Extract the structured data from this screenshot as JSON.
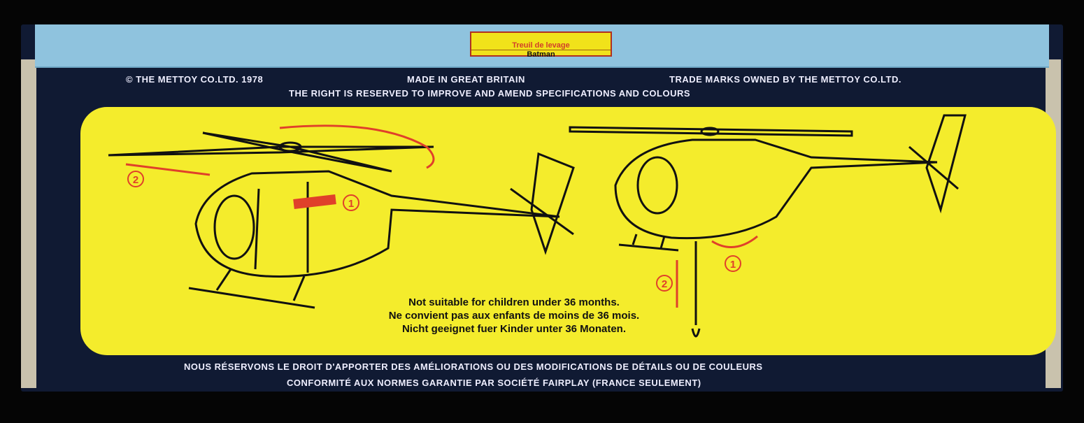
{
  "top_label": {
    "line1": "Treuil de levage",
    "line2": "Batman"
  },
  "header": {
    "copyright": "© THE METTOY CO.LTD. 1978",
    "made_in": "MADE IN GREAT BRITAIN",
    "trademarks": "TRADE MARKS OWNED BY THE METTOY CO.LTD.",
    "rights": "THE RIGHT IS RESERVED TO IMPROVE AND AMEND SPECIFICATIONS AND COLOURS"
  },
  "instructions": {
    "step1": "1",
    "step2": "2",
    "step1b": "1",
    "step2b": "2"
  },
  "warning": {
    "en": "Not suitable for children under 36 months.",
    "fr": "Ne convient pas aux enfants de moins de 36 mois.",
    "de": "Nicht geeignet fuer Kinder unter 36 Monaten."
  },
  "footer": {
    "fr_rights": "NOUS RÉSERVONS LE DROIT D'APPORTER DES AMÉLIORATIONS OU DES MODIFICATIONS DE DÉTAILS OU DE COULEURS",
    "fr_conform": "CONFORMITÉ AUX NORMES GARANTIE PAR SOCIÉTÉ FAIRPLAY (FRANCE SEULEMENT)"
  },
  "colors": {
    "navy": "#101a33",
    "yellow": "#f4ec2c",
    "red": "#e0402a",
    "sky": "#8fc3de"
  }
}
